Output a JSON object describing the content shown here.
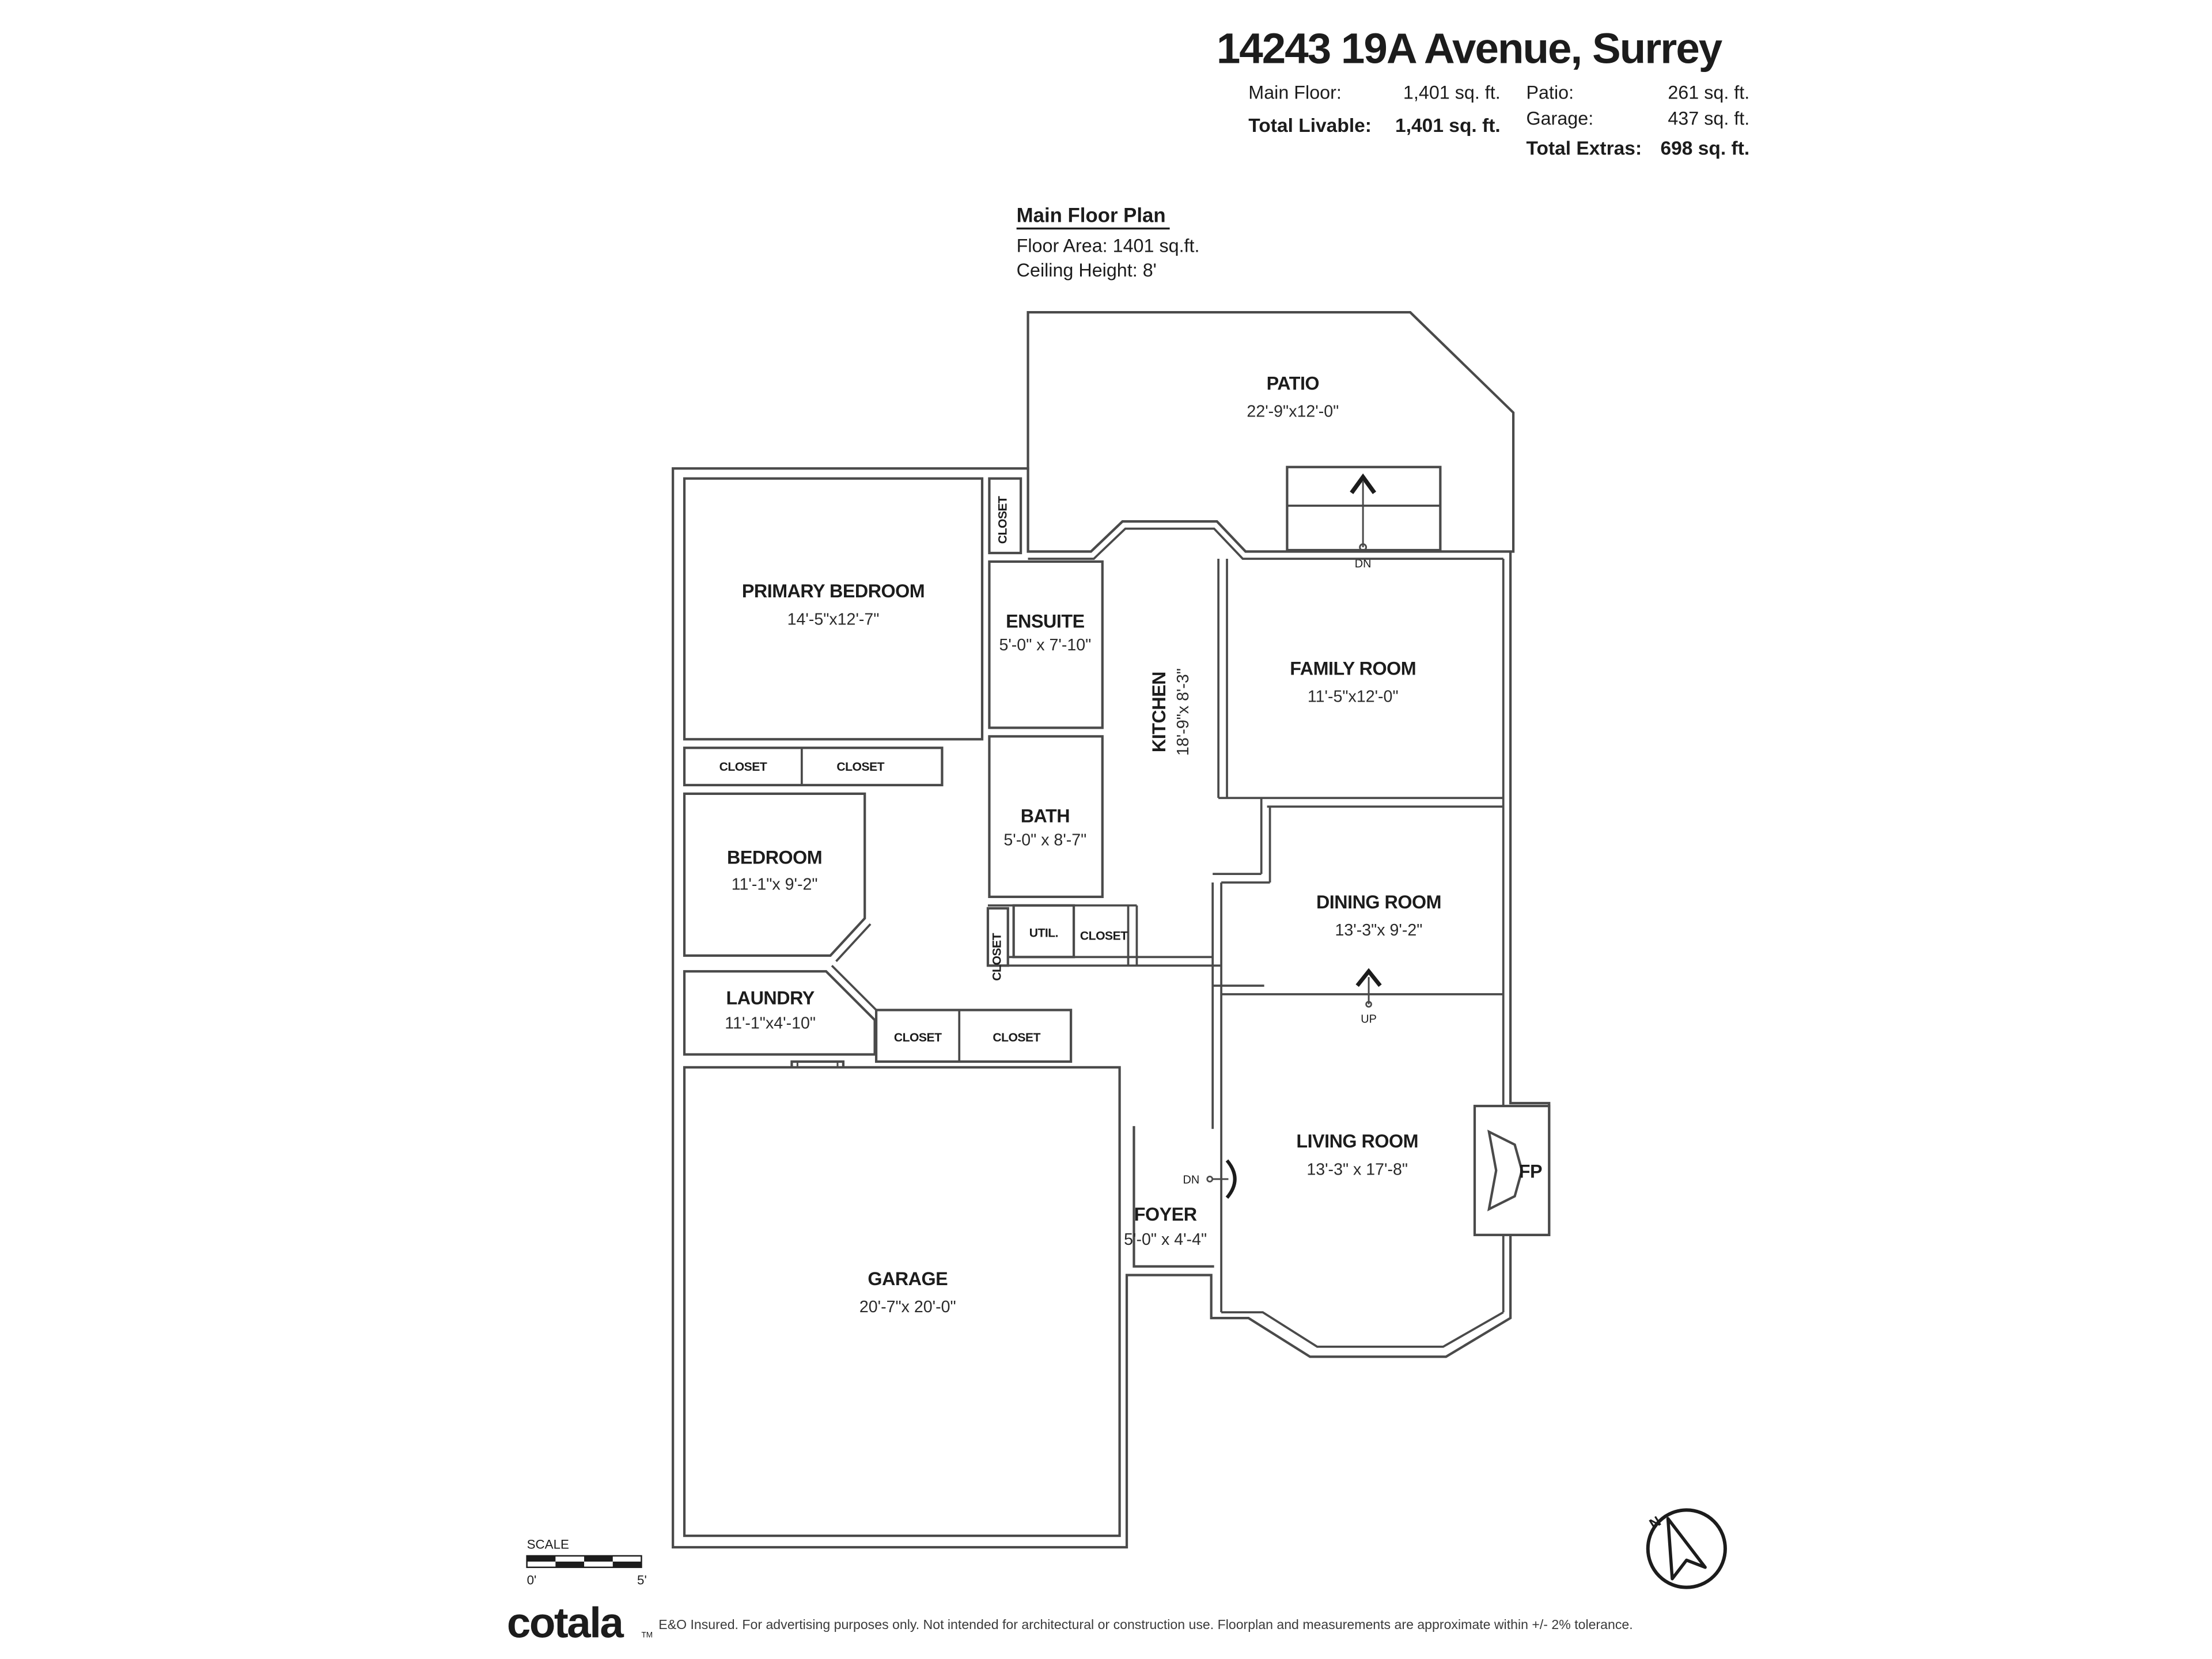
{
  "header": {
    "title": "14243 19A Avenue, Surrey",
    "main_floor_label": "Main Floor:",
    "main_floor_value": "1,401 sq. ft.",
    "total_livable_label": "Total Livable:",
    "total_livable_value": "1,401 sq. ft.",
    "patio_label": "Patio:",
    "patio_value": "261 sq. ft.",
    "garage_label": "Garage:",
    "garage_value": "437 sq. ft.",
    "total_extras_label": "Total Extras:",
    "total_extras_value": "698 sq. ft."
  },
  "plan_info": {
    "title": "Main Floor Plan",
    "floor_area": "Floor Area: 1401 sq.ft.",
    "ceiling": "Ceiling Height: 8'"
  },
  "rooms": {
    "patio": {
      "name": "PATIO",
      "dims": "22'-9\"x12'-0\""
    },
    "primary": {
      "name": "PRIMARY BEDROOM",
      "dims": "14'-5\"x12'-7\""
    },
    "ensuite": {
      "name": "ENSUITE",
      "dims": "5'-0\" x 7'-10\""
    },
    "kitchen": {
      "name": "KITCHEN",
      "dims": "18'-9\"x 8'-3\""
    },
    "family": {
      "name": "FAMILY ROOM",
      "dims": "11'-5\"x12'-0\""
    },
    "bath": {
      "name": "BATH",
      "dims": "5'-0\" x 8'-7\""
    },
    "bedroom": {
      "name": "BEDROOM",
      "dims": "11'-1\"x 9'-2\""
    },
    "dining": {
      "name": "DINING ROOM",
      "dims": "13'-3\"x 9'-2\""
    },
    "laundry": {
      "name": "LAUNDRY",
      "dims": "11'-1\"x4'-10\""
    },
    "living": {
      "name": "LIVING ROOM",
      "dims": "13'-3\" x 17'-8\""
    },
    "foyer": {
      "name": "FOYER",
      "dims": "5'-0\" x 4'-4\""
    },
    "garage": {
      "name": "GARAGE",
      "dims": "20'-7\"x 20'-0\""
    }
  },
  "labels": {
    "closet": "CLOSET",
    "util": "UTIL.",
    "fp": "FP",
    "dn": "DN",
    "up": "UP"
  },
  "footer": {
    "scale_label": "SCALE",
    "scale_start": "0'",
    "scale_end": "5'",
    "logo": "cotala",
    "trademark": "TM",
    "disclaimer": "E&O Insured. For advertising purposes only. Not intended for architectural or construction use. Floorplan and measurements are approximate within +/- 2% tolerance.",
    "compass_n": "N"
  }
}
